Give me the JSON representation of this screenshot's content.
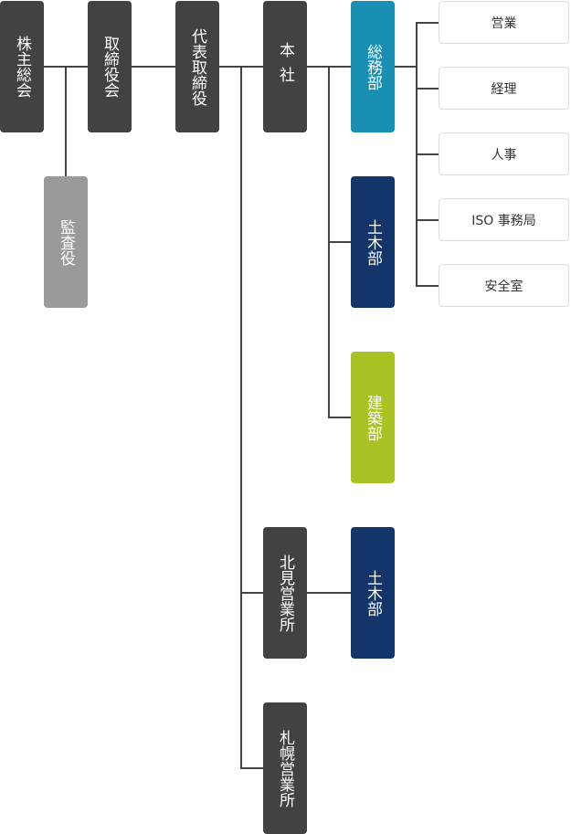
{
  "org_chart": {
    "shareholders_meeting": "株主総会",
    "auditor": "監査役",
    "board_of_directors": "取締役会",
    "representative_director": "代表取締役",
    "head_office": "本社",
    "head_office_departments": {
      "general_affairs": "総務部",
      "civil_engineering": "土木部",
      "construction": "建築部"
    },
    "general_affairs_sections": [
      {
        "label": "営業"
      },
      {
        "label": "経理"
      },
      {
        "label": "人事"
      },
      {
        "label": "ISO 事務局"
      },
      {
        "label": "安全室"
      }
    ],
    "kitami_office": "北見営業所",
    "kitami_departments": {
      "civil_engineering": "土木部"
    },
    "sapporo_office": "札幌営業所"
  },
  "colors": {
    "dark": "#424242",
    "auditor_gray": "#9a9a9a",
    "general_affairs_teal": "#188fb3",
    "civil_navy": "#12356a",
    "construction_lime": "#aac224",
    "connector": "#444444"
  }
}
